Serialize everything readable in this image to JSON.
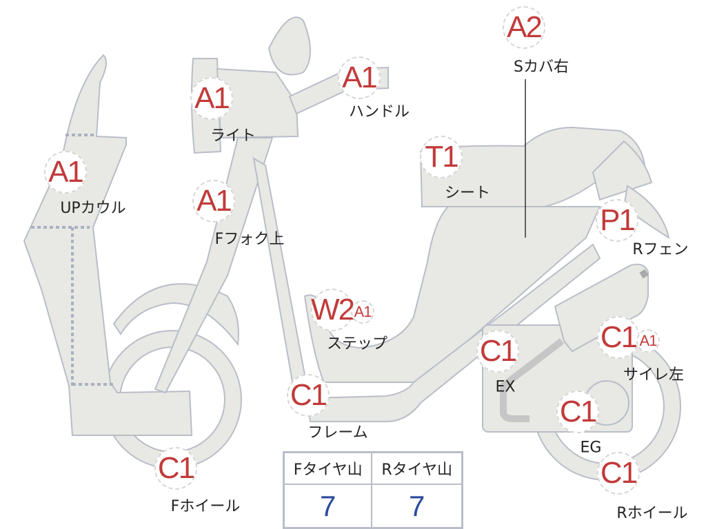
{
  "colors": {
    "body_fill": "#e8e8e4",
    "outline": "#b9bdc7",
    "grade_text": "#c23a3a",
    "value_text": "#2b4a9c"
  },
  "parts": [
    {
      "grade": "A2",
      "label": "Sカバ右"
    },
    {
      "grade": "A1",
      "label": "ハンドル"
    },
    {
      "grade": "A1",
      "label": "ライト"
    },
    {
      "grade": "A1",
      "label": "UPカウル"
    },
    {
      "grade": "T1",
      "label": "シート"
    },
    {
      "grade": "A1",
      "label": "Fフォク上"
    },
    {
      "grade": "P1",
      "label": "Rフェン"
    },
    {
      "grade": "W2",
      "extra": "A1",
      "label": "ステップ"
    },
    {
      "grade": "C1",
      "label": "EX"
    },
    {
      "grade": "C1",
      "extra": "A1",
      "label": "サイレ左"
    },
    {
      "grade": "C1",
      "label": "フレーム"
    },
    {
      "grade": "C1",
      "label": "EG"
    },
    {
      "grade": "C1",
      "label": "Fホイール"
    },
    {
      "grade": "C1",
      "label": "Rホイール"
    }
  ],
  "tire_table": {
    "headers": [
      "Fタイヤ山",
      "Rタイヤ山"
    ],
    "values": [
      "7",
      "7"
    ]
  }
}
